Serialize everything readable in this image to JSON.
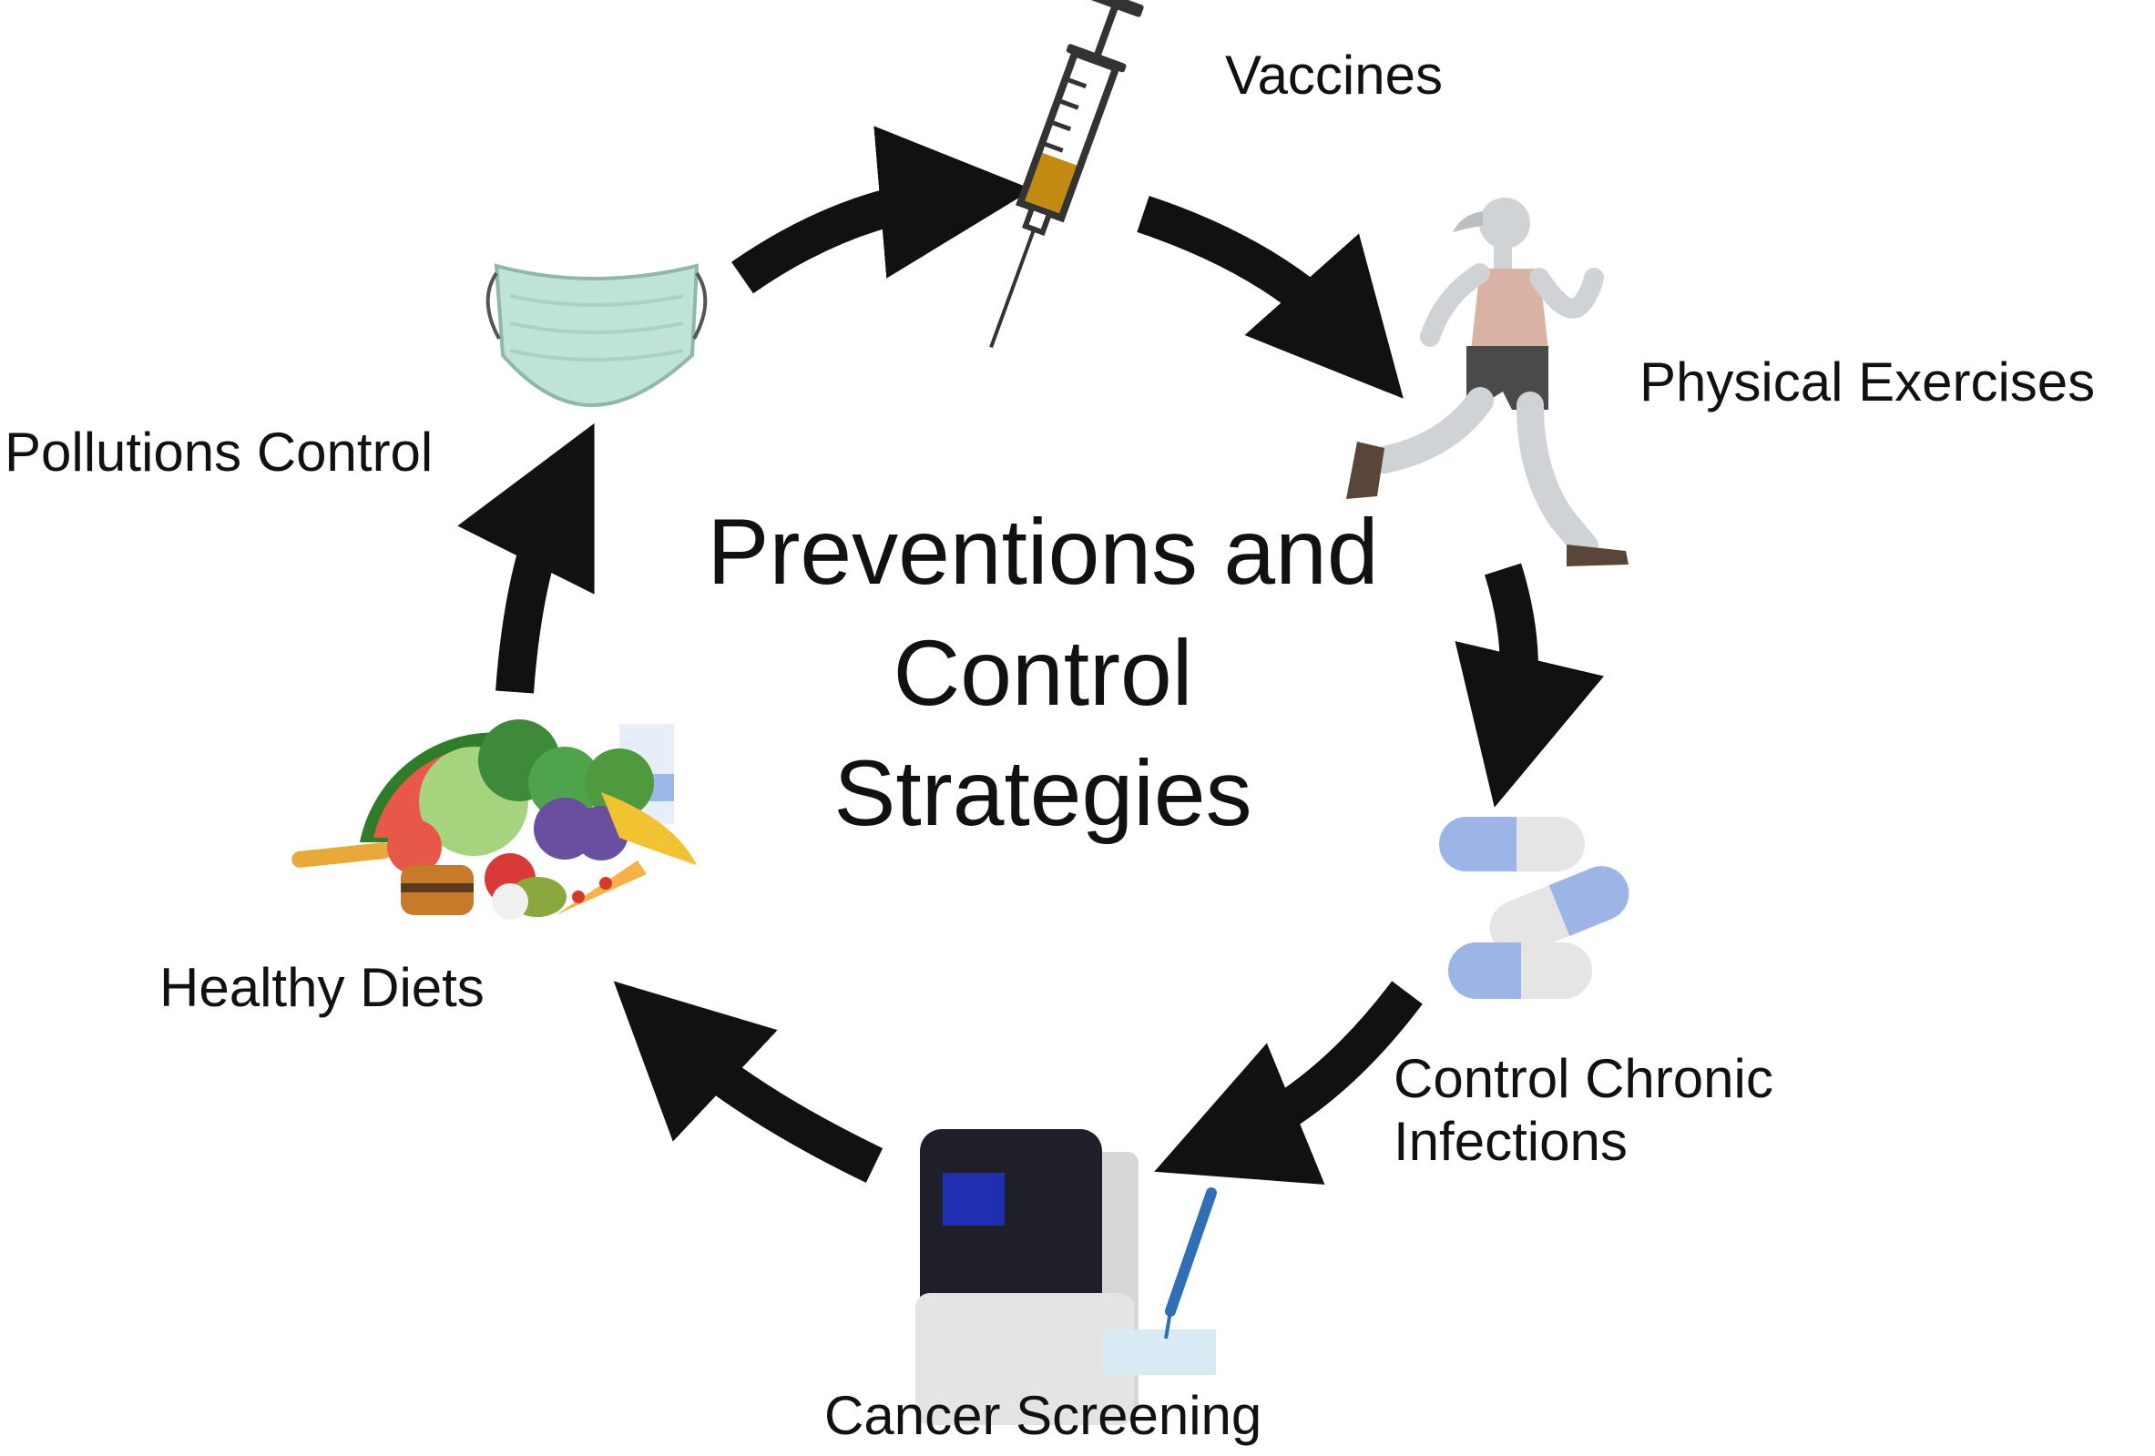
{
  "title_lines": [
    "Preventions and",
    "Control",
    "Strategies"
  ],
  "nodes": [
    {
      "id": "vaccines",
      "label": "Vaccines",
      "icon": "syringe-icon"
    },
    {
      "id": "exercise",
      "label": "Physical Exercises",
      "icon": "runner-icon"
    },
    {
      "id": "infections",
      "label_lines": [
        "Control Chronic",
        "Infections"
      ],
      "icon": "pills-icon"
    },
    {
      "id": "screening",
      "label": "Cancer Screening",
      "icon": "lab-machine-icon"
    },
    {
      "id": "diets",
      "label": "Healthy Diets",
      "icon": "food-icon"
    },
    {
      "id": "pollution",
      "label": "Pollutions Control",
      "icon": "face-mask-icon"
    }
  ],
  "colors": {
    "arrow": "#111111",
    "text": "#111111",
    "mask": "#bfe3d8",
    "pill_blue": "#9db4e6",
    "vaccine_fluid": "#c28a10",
    "machine_screen": "#1f2fb0"
  }
}
